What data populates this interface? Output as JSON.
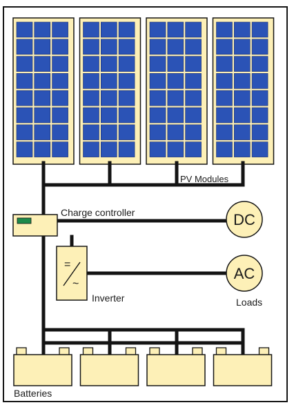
{
  "labels": {
    "pv_modules": "PV Modules",
    "charge_controller": "Charge controller",
    "inverter": "Inverter",
    "loads": "Loads",
    "batteries": "Batteries",
    "dc": "DC",
    "ac": "AC"
  },
  "inverter_symbol": {
    "top": "=",
    "bottom": "~"
  },
  "pv_array": {
    "module_count": 4,
    "cell_rows": 8,
    "cell_cols": 3
  },
  "battery_count": 4,
  "colors": {
    "panel_fill": "#fdf0b7",
    "cell_fill": "#2b53b6",
    "wire": "#141414",
    "controller_led": "#1d8a4a"
  }
}
